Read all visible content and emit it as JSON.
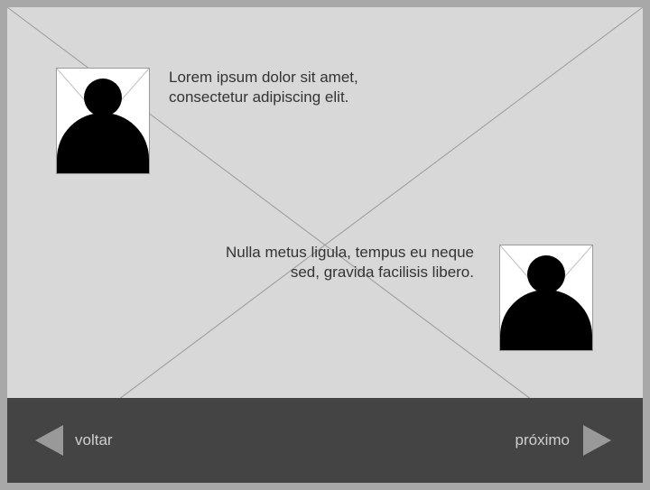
{
  "conversation": {
    "messages": [
      {
        "speaker": "person-1",
        "text_line1": "Lorem ipsum dolor sit amet,",
        "text_line2": "consectetur adipiscing elit."
      },
      {
        "speaker": "person-2",
        "text_line1": "Nulla metus ligula, tempus eu neque",
        "text_line2": "sed, gravida facilisis libero."
      }
    ]
  },
  "navigation": {
    "back_label": "voltar",
    "next_label": "próximo",
    "back_icon": "triangle-left-icon",
    "next_icon": "triangle-right-icon"
  },
  "colors": {
    "frame": "#a8a8a8",
    "canvas": "#d8d8d8",
    "nav_bar": "#444444",
    "nav_text": "#cfcfcf",
    "arrow": "#999999",
    "message_text": "#333333"
  }
}
